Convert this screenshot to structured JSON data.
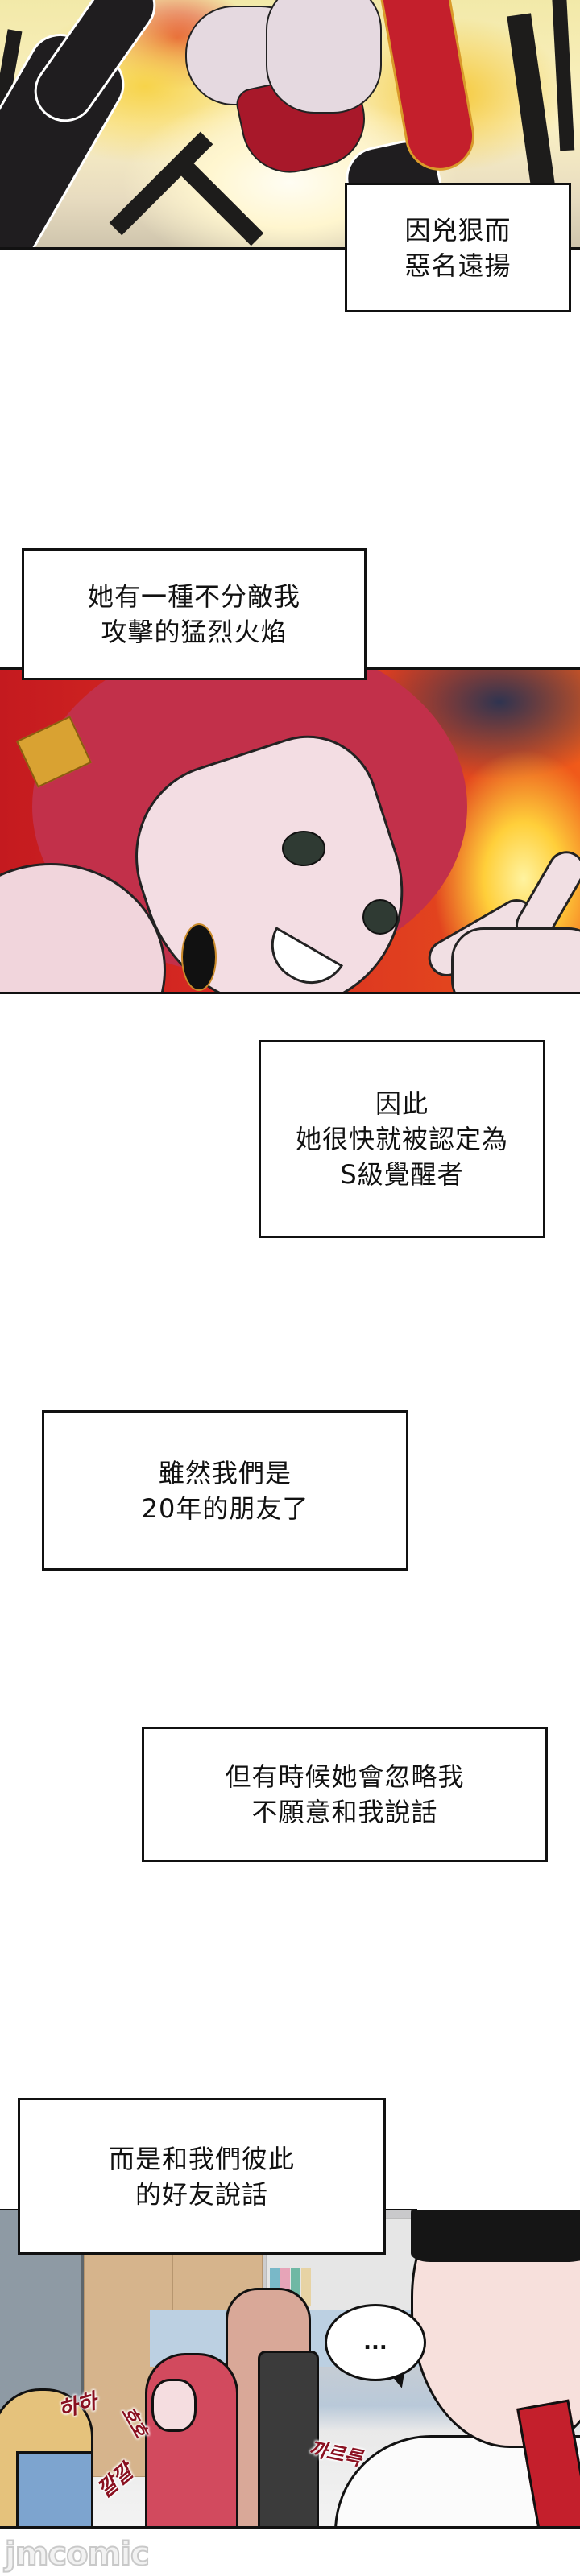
{
  "captions": [
    {
      "lines": [
        "因兇狠而",
        "惡名遠揚"
      ]
    },
    {
      "lines": [
        "她有一種不分敵我",
        "攻擊的猛烈火焰"
      ]
    },
    {
      "lines": [
        "因此",
        "她很快就被認定為",
        "S級覺醒者"
      ]
    },
    {
      "lines": [
        "雖然我們是",
        "20年的朋友了"
      ]
    },
    {
      "lines": [
        "但有時候她會忽略我",
        "不願意和我說話"
      ]
    },
    {
      "lines": [
        "而是和我們彼此",
        "的好友說話"
      ]
    }
  ],
  "panels": {
    "fire_scene": {
      "description": "fighter in red and black armor amid explosion",
      "colors": {
        "flame": "#f7d34a",
        "armor_red": "#a8182a",
        "boot": "#1f1d1f"
      }
    },
    "closeup": {
      "description": "red-haired woman smiling with fire in hand",
      "colors": {
        "hair": "#c2304a",
        "background": "#d82b22",
        "fire": "#ffcf3a"
      }
    },
    "office": {
      "speech_bubble": "...",
      "sfx": [
        "하하",
        "호호",
        "깔깔",
        "까르륵"
      ],
      "colors": {
        "tie": "#c41f2c",
        "hair": "#151515",
        "sfx": "#8a1020"
      }
    }
  },
  "watermark": "jmcomic"
}
